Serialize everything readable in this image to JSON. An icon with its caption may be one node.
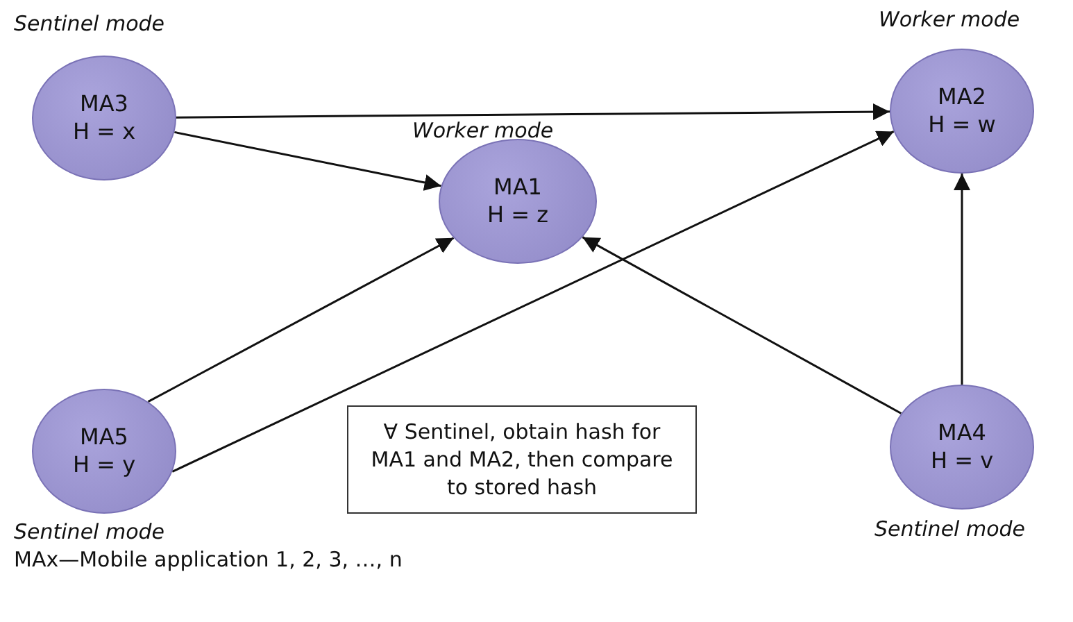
{
  "diagram": {
    "nodes": [
      {
        "text": [
          "MA3",
          "H = x"
        ],
        "beside": [
          "Sentinel mode"
        ]
      },
      {
        "text": [
          "MA2",
          "H = w"
        ],
        "beside": [
          "Worker mode"
        ]
      },
      {
        "text": [
          "MA1",
          "H = z"
        ],
        "beside": [
          "Worker mode"
        ]
      },
      {
        "text": [
          "MA5",
          "H = y"
        ],
        "beside": [
          "Sentinel mode"
        ]
      },
      {
        "text": [
          "∀ Sentinel, obtain hash for MA1 and MA2, then compare to stored hash"
        ]
      },
      {
        "text": [
          "MA4",
          "H = v"
        ],
        "beside": [
          "Sentinel mode"
        ]
      }
    ],
    "edges": [
      {
        "from": 0,
        "to": 1,
        "arrow": "to"
      },
      {
        "from": 0,
        "to": 2,
        "arrow": "to"
      },
      {
        "from": 3,
        "to": 2,
        "arrow": "to"
      },
      {
        "from": 3,
        "to": 1,
        "arrow": "to"
      },
      {
        "from": 5,
        "to": 2,
        "arrow": "to"
      },
      {
        "from": 5,
        "to": 1,
        "arrow": "to"
      }
    ],
    "labels": [
      "MAx—Mobile application 1, 2, 3, …, n"
    ]
  }
}
